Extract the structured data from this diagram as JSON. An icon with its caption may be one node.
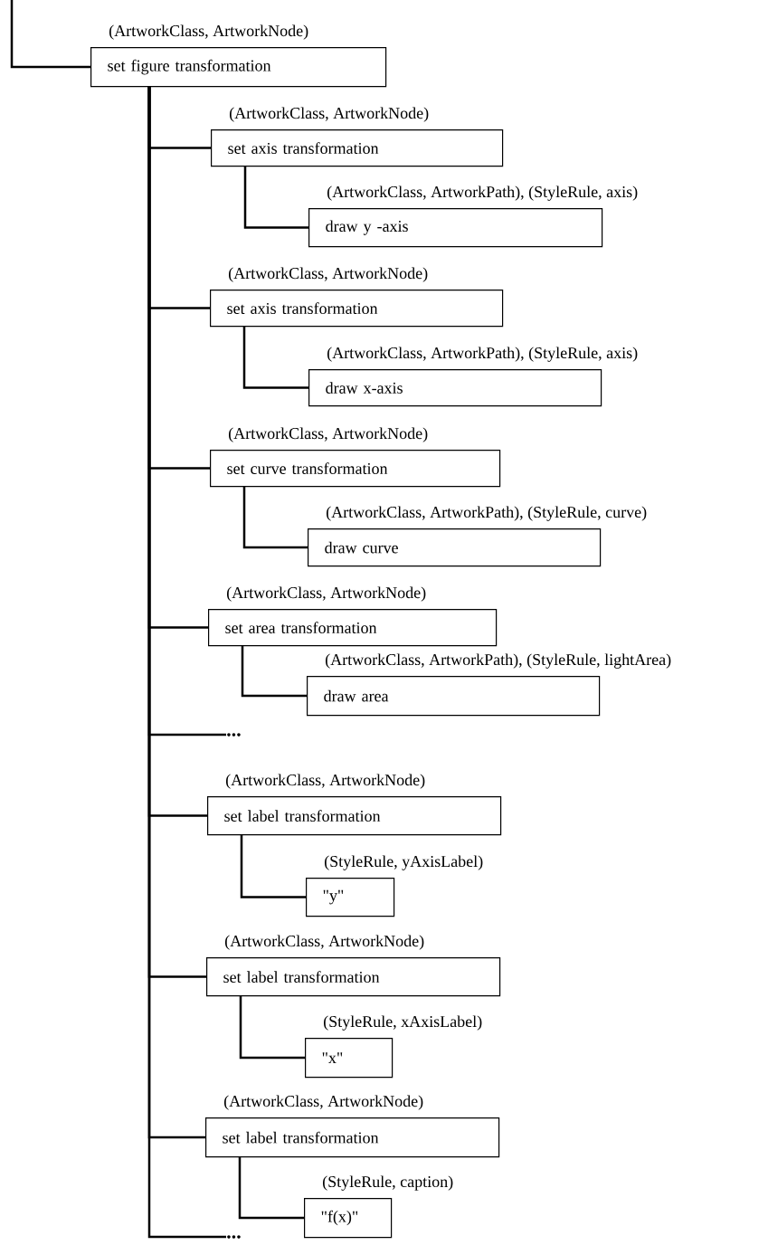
{
  "diagram": {
    "nodes": [
      {
        "text": [
          "set  figure transformation"
        ],
        "beside": [
          "(ArtworkClass, ArtworkNode)"
        ]
      },
      {
        "text": [
          "set axis transformation"
        ],
        "beside": [
          "(ArtworkClass, ArtworkNode)"
        ]
      },
      {
        "text": [
          "draw y -axis"
        ],
        "beside": [
          "(ArtworkClass, ArtworkPath), (StyleRule, axis)"
        ]
      },
      {
        "text": [
          "set axis transformation"
        ],
        "beside": [
          "(ArtworkClass, ArtworkNode)"
        ]
      },
      {
        "text": [
          "draw x-axis"
        ],
        "beside": [
          "(ArtworkClass, ArtworkPath), (StyleRule, axis)"
        ]
      },
      {
        "text": [
          "set curve transformation"
        ],
        "beside": [
          "(ArtworkClass, ArtworkNode)"
        ]
      },
      {
        "text": [
          "draw curve"
        ],
        "beside": [
          "(ArtworkClass, ArtworkPath), (StyleRule, curve)"
        ]
      },
      {
        "text": [
          "set area transformation"
        ],
        "beside": [
          "(ArtworkClass, ArtworkNode)"
        ]
      },
      {
        "text": [
          "draw area"
        ],
        "beside": [
          "(ArtworkClass, ArtworkPath), (StyleRule, lightArea)"
        ]
      },
      {
        "text": [
          "..."
        ]
      },
      {
        "text": [
          "set label transformation"
        ],
        "beside": [
          "(ArtworkClass, ArtworkNode)"
        ]
      },
      {
        "text": [
          "\"y\""
        ],
        "beside": [
          "(StyleRule, yAxisLabel)"
        ]
      },
      {
        "text": [
          "set label transformation"
        ],
        "beside": [
          "(ArtworkClass, ArtworkNode)"
        ]
      },
      {
        "text": [
          "\"x\""
        ],
        "beside": [
          "(StyleRule, xAxisLabel)"
        ]
      },
      {
        "text": [
          "set label transformation"
        ],
        "beside": [
          "(ArtworkClass, ArtworkNode)"
        ]
      },
      {
        "text": [
          "\"f(x)\""
        ],
        "beside": [
          "(StyleRule, caption)"
        ]
      },
      {
        "text": [
          "..."
        ]
      }
    ],
    "edges": [
      {
        "from": null,
        "to": 0,
        "arrow": "none"
      },
      {
        "from": 0,
        "to": 1,
        "arrow": "none"
      },
      {
        "from": 1,
        "to": 2,
        "arrow": "none"
      },
      {
        "from": 0,
        "to": 3,
        "arrow": "none"
      },
      {
        "from": 3,
        "to": 4,
        "arrow": "none"
      },
      {
        "from": 0,
        "to": 5,
        "arrow": "none"
      },
      {
        "from": 5,
        "to": 6,
        "arrow": "none"
      },
      {
        "from": 0,
        "to": 7,
        "arrow": "none"
      },
      {
        "from": 7,
        "to": 8,
        "arrow": "none"
      },
      {
        "from": 0,
        "to": 9,
        "arrow": "none"
      },
      {
        "from": 0,
        "to": 10,
        "arrow": "none"
      },
      {
        "from": 10,
        "to": 11,
        "arrow": "none"
      },
      {
        "from": 0,
        "to": 12,
        "arrow": "none"
      },
      {
        "from": 12,
        "to": 13,
        "arrow": "none"
      },
      {
        "from": 0,
        "to": 14,
        "arrow": "none"
      },
      {
        "from": 14,
        "to": 15,
        "arrow": "none"
      },
      {
        "from": 0,
        "to": 16,
        "arrow": "none"
      }
    ]
  }
}
